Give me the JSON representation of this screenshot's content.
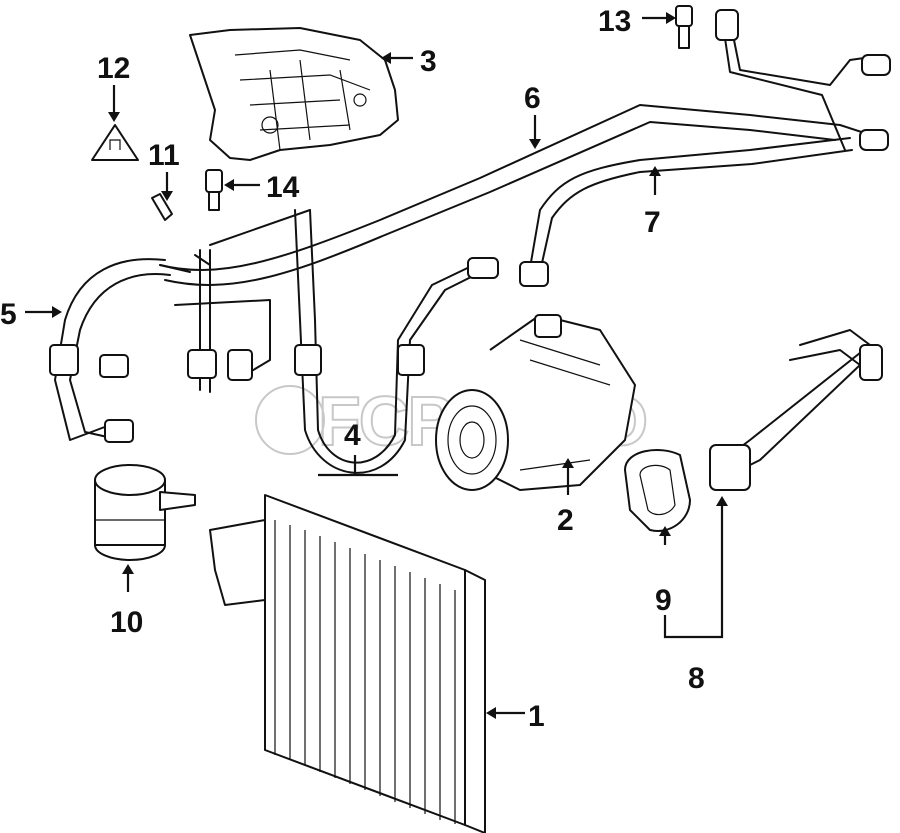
{
  "watermark": "FCPEURO",
  "callouts": [
    {
      "id": "1",
      "label": "1"
    },
    {
      "id": "2",
      "label": "2"
    },
    {
      "id": "3",
      "label": "3"
    },
    {
      "id": "4",
      "label": "4"
    },
    {
      "id": "5",
      "label": "5"
    },
    {
      "id": "6",
      "label": "6"
    },
    {
      "id": "7",
      "label": "7"
    },
    {
      "id": "8",
      "label": "8"
    },
    {
      "id": "9",
      "label": "9"
    },
    {
      "id": "10",
      "label": "10"
    },
    {
      "id": "11",
      "label": "11"
    },
    {
      "id": "12",
      "label": "12"
    },
    {
      "id": "13",
      "label": "13"
    },
    {
      "id": "14",
      "label": "14"
    }
  ]
}
